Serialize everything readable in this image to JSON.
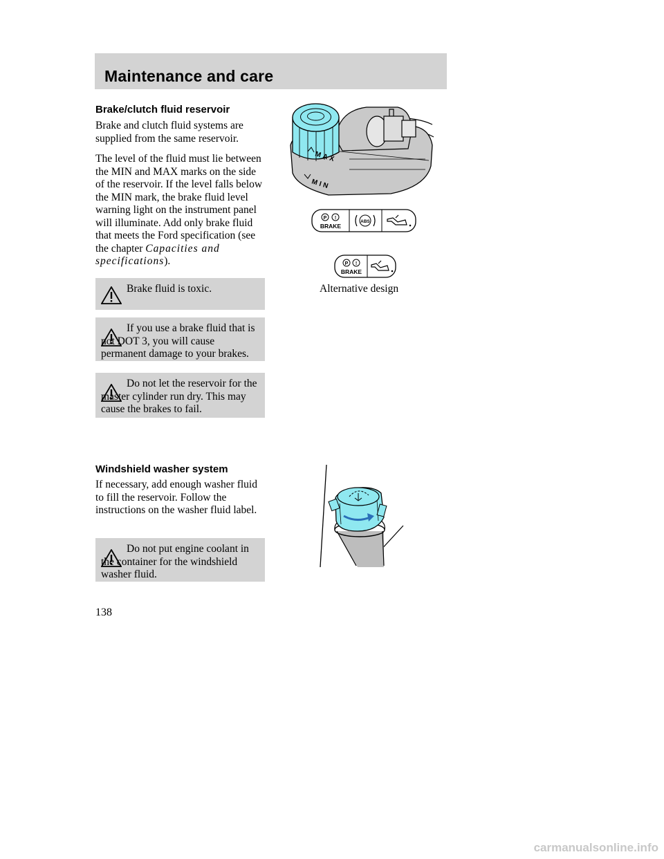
{
  "header": {
    "title": "Maintenance and care"
  },
  "brake": {
    "heading": "Brake/clutch fluid reservoir",
    "p1": "Brake and clutch fluid systems are supplied from the same reservoir.",
    "p2_main": "The level of the fluid must lie between the MIN and MAX marks on the side of the reservoir. If the level falls below the MIN mark, the brake fluid level warning light on the instrument panel will illuminate. Add only brake fluid that meets the Ford specification (see the chapter ",
    "p2_italic": "Capacities and specifications",
    "p2_end": ").",
    "warnings": [
      "Brake fluid is toxic.",
      "If you use a  brake fluid that is not DOT 3, you will cause permanent damage to your brakes.",
      "Do not let the reservoir for the master cylinder run dry. This may cause the brakes to fail."
    ],
    "figure_labels": {
      "max": "MAX",
      "min": "MIN"
    },
    "cluster": {
      "brake": "BRAKE",
      "p": "P",
      "excl": "!",
      "abs": "ABS"
    },
    "caption": "Alternative design"
  },
  "washer": {
    "heading": "Windshield washer system",
    "p1": "If necessary, add enough washer fluid to fill the reservoir. Follow the instructions on the washer fluid label.",
    "warning": "Do not put engine coolant in the container for the windshield washer fluid."
  },
  "page_number": "138",
  "footer": "carmanualsonline.info",
  "colors": {
    "cap": "#8fe8f0",
    "panel": "#d3d3d3",
    "reservoir": "#c9c9c9"
  }
}
